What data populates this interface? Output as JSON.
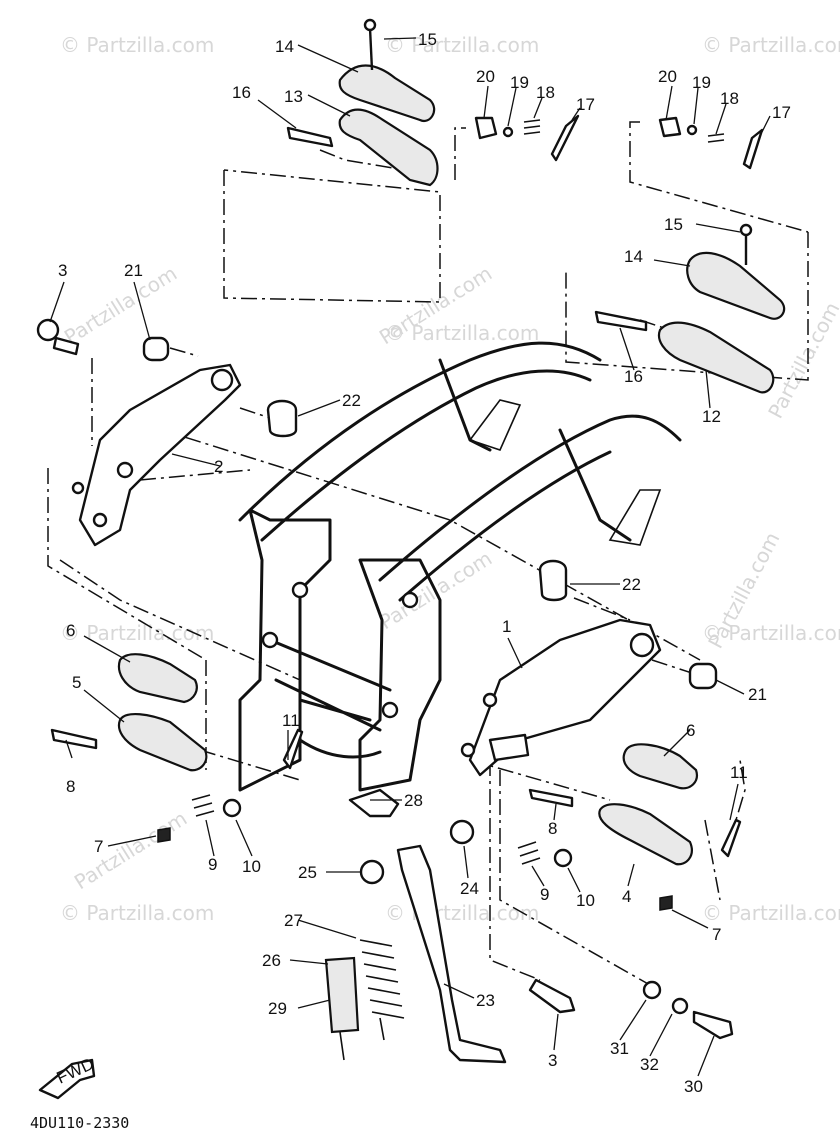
{
  "diagram": {
    "code": "4DU110-2330",
    "fwd_label": "FWD",
    "watermark_brand": "Partzilla.com",
    "watermark_stamp": "© Partzilla.com",
    "labels": {
      "c1": "1",
      "c2": "2",
      "c3a": "3",
      "c3b": "3",
      "c4": "4",
      "c5": "5",
      "c6a": "6",
      "c6b": "6",
      "c7a": "7",
      "c7b": "7",
      "c8a": "8",
      "c8b": "8",
      "c9a": "9",
      "c9b": "9",
      "c10a": "10",
      "c10b": "10",
      "c11a": "11",
      "c11b": "11",
      "c12": "12",
      "c13": "13",
      "c14a": "14",
      "c14b": "14",
      "c15a": "15",
      "c15b": "15",
      "c16a": "16",
      "c16b": "16",
      "c17a": "17",
      "c17b": "17",
      "c18a": "18",
      "c18b": "18",
      "c19a": "19",
      "c19b": "19",
      "c20a": "20",
      "c20b": "20",
      "c21a": "21",
      "c21b": "21",
      "c22a": "22",
      "c22b": "22",
      "c23": "23",
      "c24": "24",
      "c25": "25",
      "c26": "26",
      "c27": "27",
      "c28": "28",
      "c29": "29",
      "c30": "30",
      "c31": "31",
      "c32": "32"
    }
  }
}
